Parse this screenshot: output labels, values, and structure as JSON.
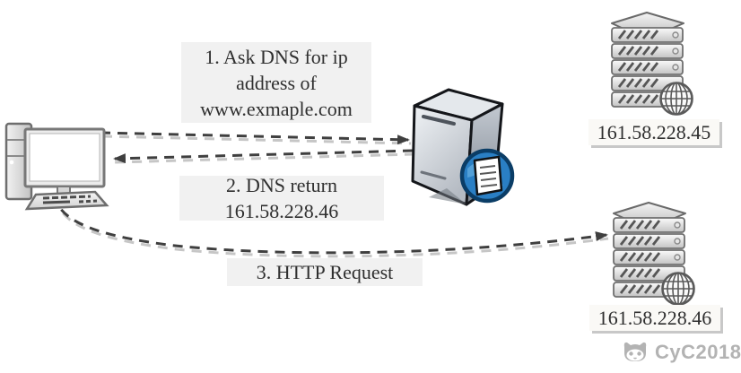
{
  "diagram": {
    "steps": [
      {
        "id": 1,
        "label": "1. Ask DNS for ip\naddress of\nwww.exmaple.com"
      },
      {
        "id": 2,
        "label": "2. DNS return\n161.58.228.46"
      },
      {
        "id": 3,
        "label": "3. HTTP Request"
      }
    ],
    "nodes": {
      "client": {
        "type": "desktop-computer"
      },
      "dns_server": {
        "type": "dns-server-tower"
      },
      "web_servers": [
        {
          "type": "rack-server-with-globe",
          "ip": "161.58.228.45"
        },
        {
          "type": "rack-server-with-globe",
          "ip": "161.58.228.46"
        }
      ]
    },
    "arrows": [
      {
        "step": 1,
        "from": "client",
        "to": "dns_server",
        "style": "dashed"
      },
      {
        "step": 2,
        "from": "dns_server",
        "to": "client",
        "style": "dashed"
      },
      {
        "step": 3,
        "from": "client",
        "to": "web_server_2",
        "style": "dashed"
      }
    ],
    "watermark": {
      "icon": "github-cat-icon",
      "text": "CyC2018"
    },
    "colors": {
      "label_bg": "#f1f1f1",
      "ip_label_bg": "#faf9f6",
      "ip_label_shadow": "#c8c8c8",
      "text": "#2f2f2f",
      "dash": "#3f3f3f",
      "dash_shadow": "#c6c6c6",
      "badge_blue": "#2a7fc4",
      "watermark": "#b3b3b3"
    }
  }
}
